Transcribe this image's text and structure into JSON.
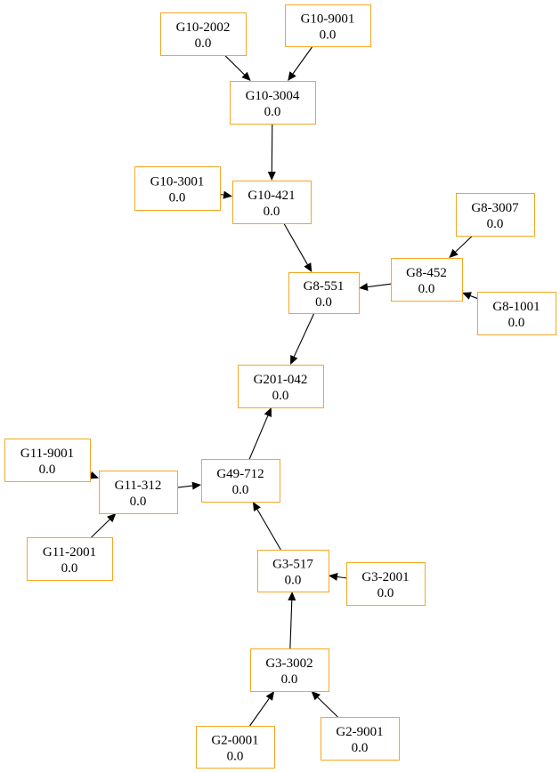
{
  "diagram": {
    "type": "directed-graph",
    "node_border_color": "#f5a623",
    "edge_color": "#000000",
    "nodes": [
      {
        "id": "G10-2002",
        "label": "G10-2002",
        "value": "0.0"
      },
      {
        "id": "G10-9001",
        "label": "G10-9001",
        "value": "0.0"
      },
      {
        "id": "G10-3004",
        "label": "G10-3004",
        "value": "0.0"
      },
      {
        "id": "G10-3001",
        "label": "G10-3001",
        "value": "0.0"
      },
      {
        "id": "G10-421",
        "label": "G10-421",
        "value": "0.0"
      },
      {
        "id": "G8-3007",
        "label": "G8-3007",
        "value": "0.0"
      },
      {
        "id": "G8-452",
        "label": "G8-452",
        "value": "0.0"
      },
      {
        "id": "G8-1001",
        "label": "G8-1001",
        "value": "0.0"
      },
      {
        "id": "G8-551",
        "label": "G8-551",
        "value": "0.0"
      },
      {
        "id": "G201-042",
        "label": "G201-042",
        "value": "0.0"
      },
      {
        "id": "G11-9001",
        "label": "G11-9001",
        "value": "0.0"
      },
      {
        "id": "G11-312",
        "label": "G11-312",
        "value": "0.0"
      },
      {
        "id": "G49-712",
        "label": "G49-712",
        "value": "0.0"
      },
      {
        "id": "G11-2001",
        "label": "G11-2001",
        "value": "0.0"
      },
      {
        "id": "G3-517",
        "label": "G3-517",
        "value": "0.0"
      },
      {
        "id": "G3-2001",
        "label": "G3-2001",
        "value": "0.0"
      },
      {
        "id": "G3-3002",
        "label": "G3-3002",
        "value": "0.0"
      },
      {
        "id": "G2-0001",
        "label": "G2-0001",
        "value": "0.0"
      },
      {
        "id": "G2-9001",
        "label": "G2-9001",
        "value": "0.0"
      }
    ],
    "edges": [
      {
        "from": "G10-2002",
        "to": "G10-3004"
      },
      {
        "from": "G10-9001",
        "to": "G10-3004"
      },
      {
        "from": "G10-3004",
        "to": "G10-421"
      },
      {
        "from": "G10-3001",
        "to": "G10-421"
      },
      {
        "from": "G10-421",
        "to": "G8-551"
      },
      {
        "from": "G8-3007",
        "to": "G8-452"
      },
      {
        "from": "G8-1001",
        "to": "G8-452"
      },
      {
        "from": "G8-452",
        "to": "G8-551"
      },
      {
        "from": "G8-551",
        "to": "G201-042"
      },
      {
        "from": "G49-712",
        "to": "G201-042"
      },
      {
        "from": "G11-9001",
        "to": "G11-312"
      },
      {
        "from": "G11-2001",
        "to": "G11-312"
      },
      {
        "from": "G11-312",
        "to": "G49-712"
      },
      {
        "from": "G3-517",
        "to": "G49-712"
      },
      {
        "from": "G3-2001",
        "to": "G3-517"
      },
      {
        "from": "G3-3002",
        "to": "G3-517"
      },
      {
        "from": "G2-0001",
        "to": "G3-3002"
      },
      {
        "from": "G2-9001",
        "to": "G3-3002"
      }
    ]
  }
}
